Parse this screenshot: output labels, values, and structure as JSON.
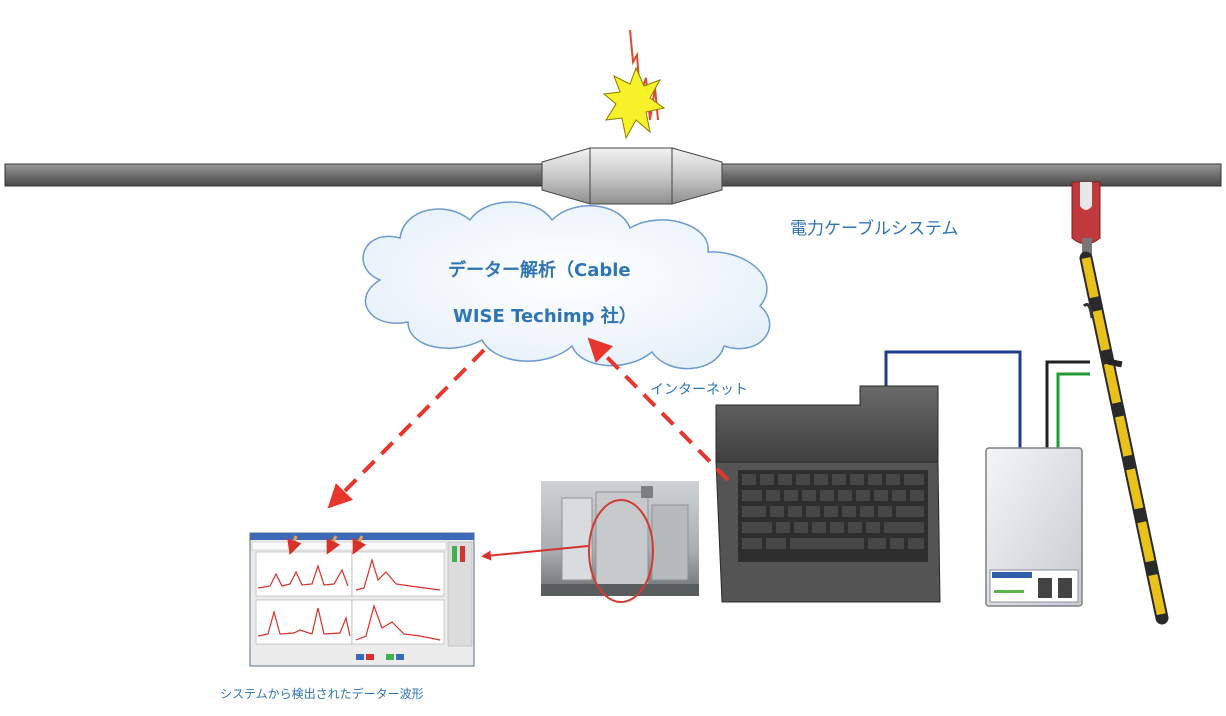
{
  "labels": {
    "cable_system": "電力ケーブルシステム",
    "cloud_line1": "データー解析（Cable",
    "cloud_line2": "WISE Techimp 社）",
    "internet": "インターネット",
    "waveform_caption": "システムから検出されたデーター波形"
  },
  "colors": {
    "label_blue": "#2f74b5",
    "dashed_arrow": "#e8362d",
    "spark": "#f7f12a",
    "pole_yellow": "#e8c21a",
    "clamp_red": "#c0393d"
  }
}
